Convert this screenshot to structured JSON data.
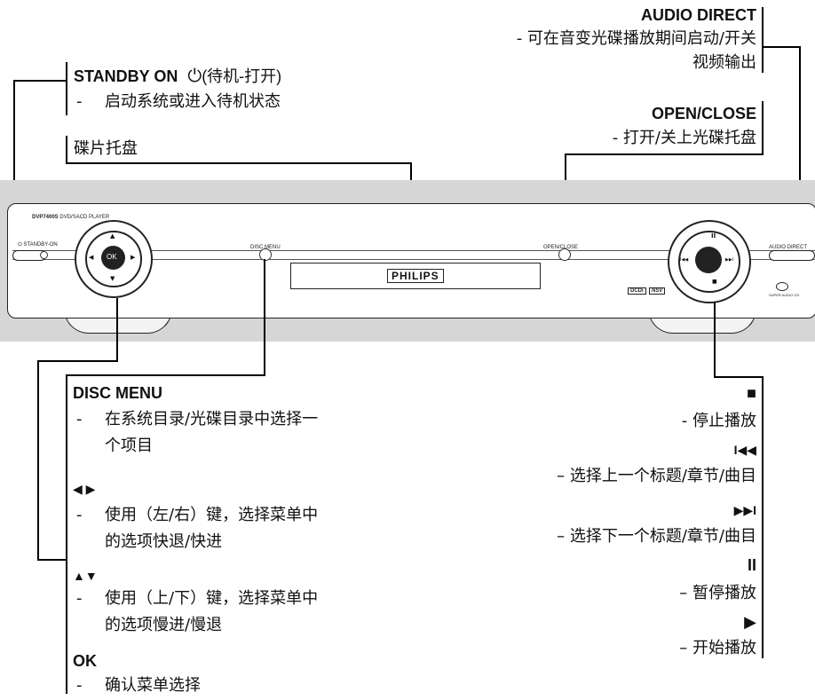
{
  "top_labels": {
    "audio_direct": {
      "title": "AUDIO DIRECT",
      "desc_line1": "- 可在音变光碟播放期间启动/开关",
      "desc_line2": "视频输出"
    },
    "standby": {
      "title": "STANDBY ON",
      "power_symbol": "⏻",
      "title_suffix": "(待机-打开)",
      "dash": "-",
      "desc": "启动系统或进入待机状态"
    },
    "open_close": {
      "title": "OPEN/CLOSE",
      "desc": "- 打开/关上光碟托盘"
    },
    "disc_tray": {
      "title": "碟片托盘"
    }
  },
  "device": {
    "model": "DVP7400S",
    "model_desc": "DVD/SACD PLAYER",
    "standby_label": "⏻ STANDBY-ON",
    "disc_menu_label": "DISC MENU",
    "open_close_label": "OPEN/CLOSE",
    "audio_direct_label": "AUDIO DIRECT",
    "brand": "PHILIPS",
    "ok_label": "OK",
    "logo_dcdi": "DCDi",
    "logo_nsv": "NSV",
    "sacd_label": "SUPER AUDIO CD",
    "nav_up": "▲",
    "nav_down": "▼",
    "nav_left": "◀",
    "nav_right": "▶",
    "play_pause": "II",
    "stop": "■",
    "prev": "I◀◀",
    "next": "▶▶I"
  },
  "left_labels": {
    "disc_menu": {
      "title": "DISC MENU",
      "dash": "-",
      "desc_line1": "在系统目录/光碟目录中选择一",
      "desc_line2": "个项目"
    },
    "left_right": {
      "title": "◀ ▶",
      "dash": "-",
      "desc_line1": "使用（左/右）键，选择菜单中",
      "desc_line2": "的选项快退/快进"
    },
    "up_down": {
      "title": "▲▼",
      "dash": "-",
      "desc_line1": "使用（上/下）键，选择菜单中",
      "desc_line2": "的选项慢进/慢退"
    },
    "ok": {
      "title": "OK",
      "dash": "-",
      "desc": "确认菜单选择"
    }
  },
  "right_labels": {
    "stop": {
      "symbol": "■",
      "desc": "- 停止播放"
    },
    "prev": {
      "symbol": "I◀◀",
      "desc": "– 选择上一个标题/章节/曲目"
    },
    "next": {
      "symbol": "▶▶I",
      "desc": "– 选择下一个标题/章节/曲目"
    },
    "pause": {
      "symbol": "II",
      "desc": "– 暂停播放"
    },
    "play": {
      "symbol": "▶",
      "desc": "– 开始播放"
    }
  }
}
